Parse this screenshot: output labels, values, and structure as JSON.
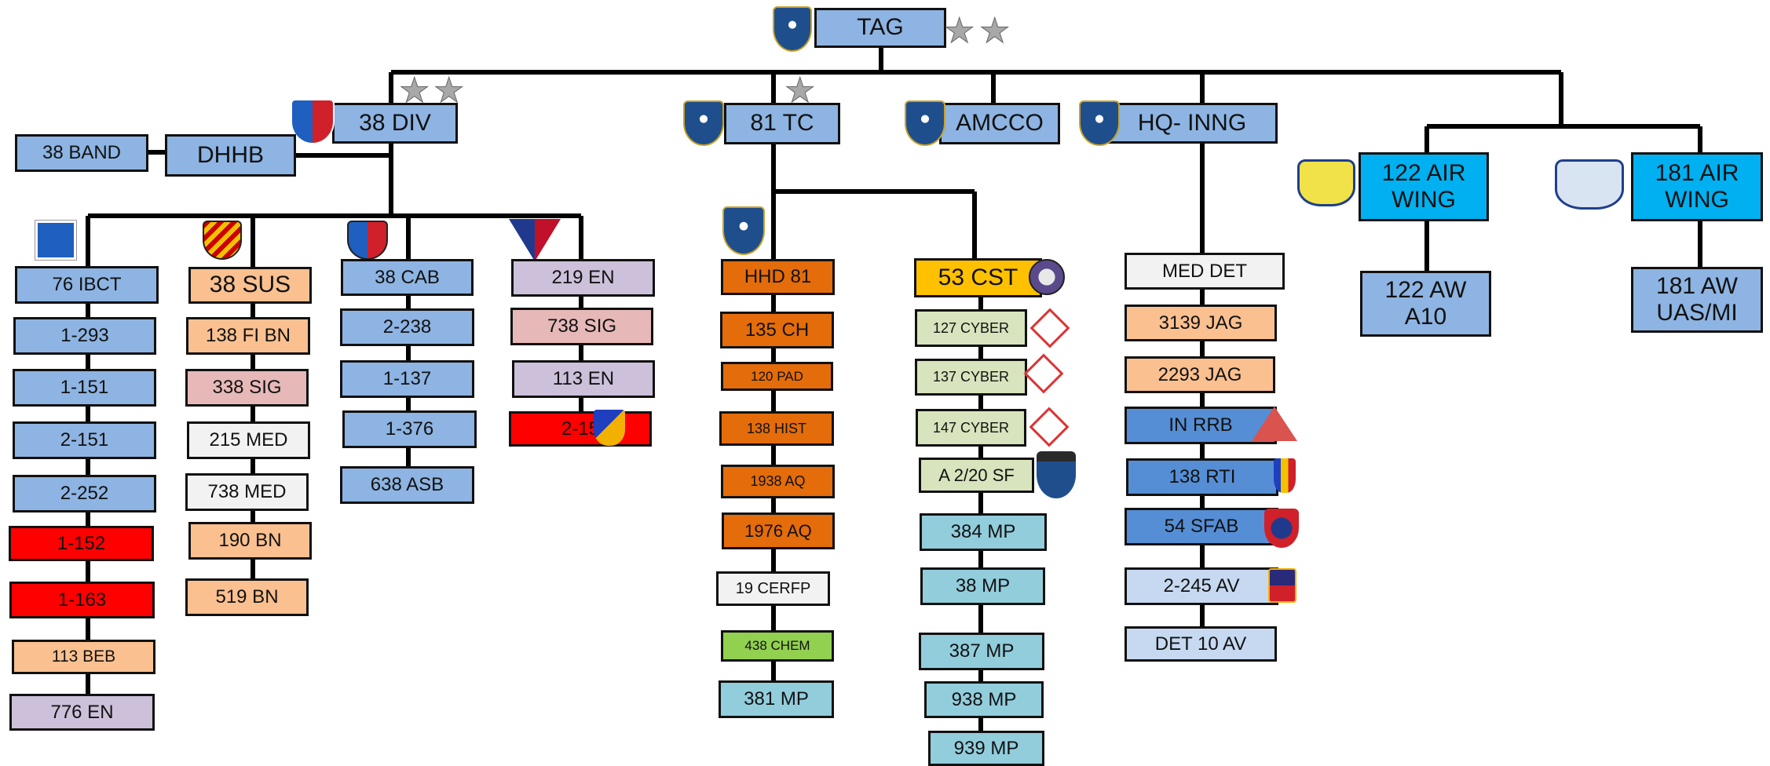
{
  "colors": {
    "blue": "#8db4e2",
    "peach": "#fac090",
    "pink": "#e6b9b8",
    "lavender": "#ccc0da",
    "white": "#f2f2f2",
    "red": "#ff0000",
    "orange": "#e46c0a",
    "yellow": "#ffc000",
    "light_green": "#d7e4bd",
    "green": "#92d050",
    "teal": "#92cddc",
    "cyan": "#00b0f0",
    "mid_blue": "#558ed5",
    "pale_blue": "#c6d9f1",
    "line": "#000000",
    "star": "#a8a8a8"
  },
  "top": {
    "tag": "TAG"
  },
  "div38": {
    "label": "38 DIV",
    "band": "38 BAND",
    "dhhb": "DHHB",
    "ibct": [
      "76 IBCT",
      "1-293",
      "1-151",
      "2-151",
      "2-252",
      "1-152",
      "1-163",
      "113 BEB",
      "776 EN"
    ],
    "sus": [
      "38 SUS",
      "138 FI BN",
      "338 SIG",
      "215 MED",
      "738 MED",
      "190 BN",
      "519 BN"
    ],
    "cab": [
      "38 CAB",
      "2-238",
      "1-137",
      "1-376",
      "638 ASB"
    ],
    "en": [
      "219 EN",
      "738 SIG",
      "113 EN",
      "2-15"
    ]
  },
  "tc81": {
    "label": "81 TC",
    "left": [
      "HHD 81",
      "135 CH",
      "120 PAD",
      "138 HIST",
      "1938 AQ",
      "1976 AQ",
      "19 CERFP",
      "438 CHEM",
      "381 MP"
    ],
    "right": [
      "53 CST",
      "127 CYBER",
      "137 CYBER",
      "147 CYBER",
      "A 2/20 SF",
      "384 MP",
      "38 MP",
      "387 MP",
      "938 MP",
      "939 MP"
    ]
  },
  "amcco": {
    "label": "AMCCO"
  },
  "hq": {
    "label": "HQ- INNG",
    "units": [
      "MED DET",
      "3139 JAG",
      "2293 JAG",
      "IN RRB",
      "138 RTI",
      "54 SFAB",
      "2-245 AV",
      "DET 10 AV"
    ]
  },
  "air122": {
    "label": "122 AIR\nWING",
    "unit": "122 AW\nA10"
  },
  "air181": {
    "label": "181 AIR\nWING",
    "unit": "181 AW\nUAS/MI"
  },
  "icons": [
    "indiana-torch-shield-icon",
    "cyclone-patch-icon",
    "wing-shield-icon",
    "star-icon"
  ]
}
